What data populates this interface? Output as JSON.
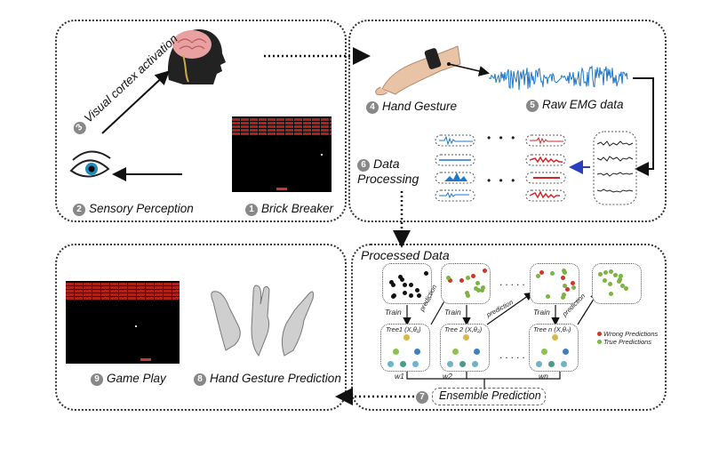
{
  "labels": {
    "brick_breaker": "Brick Breaker",
    "sensory_perception": "Sensory Perception",
    "visual_cortex": "Visual cortex activation",
    "hand_gesture": "Hand Gesture",
    "raw_emg": "Raw EMG data",
    "data_processing_1": "Data",
    "data_processing_2": "Processing",
    "processed_data": "Processed Data",
    "ensemble_prediction": "Ensemble Prediction",
    "hand_gesture_prediction": "Hand Gesture Prediction",
    "game_play": "Game Play"
  },
  "numbers": {
    "n1": "1",
    "n2": "2",
    "n3": "3",
    "n4": "4",
    "n5": "5",
    "n6": "6",
    "n7": "7",
    "n8": "8",
    "n9": "9"
  },
  "ensemble": {
    "train": "Train",
    "prediction": "prediction",
    "tree1": "Tree1 (X,θ₁)",
    "tree2": "Tree 2 (X,θ₂)",
    "treen": "Tree n (X,θₙ)",
    "w1": "w1",
    "w2": "w2",
    "wn": "wn",
    "legend_wrong": "Wrong Predictions",
    "legend_true": "True Predictions",
    "ellipsis": "....."
  },
  "colors": {
    "wrong": "#d0342c",
    "true": "#7cb342",
    "emg_blue": "#1f77c8",
    "emg_red": "#d62728",
    "brick": "#b9221b"
  }
}
